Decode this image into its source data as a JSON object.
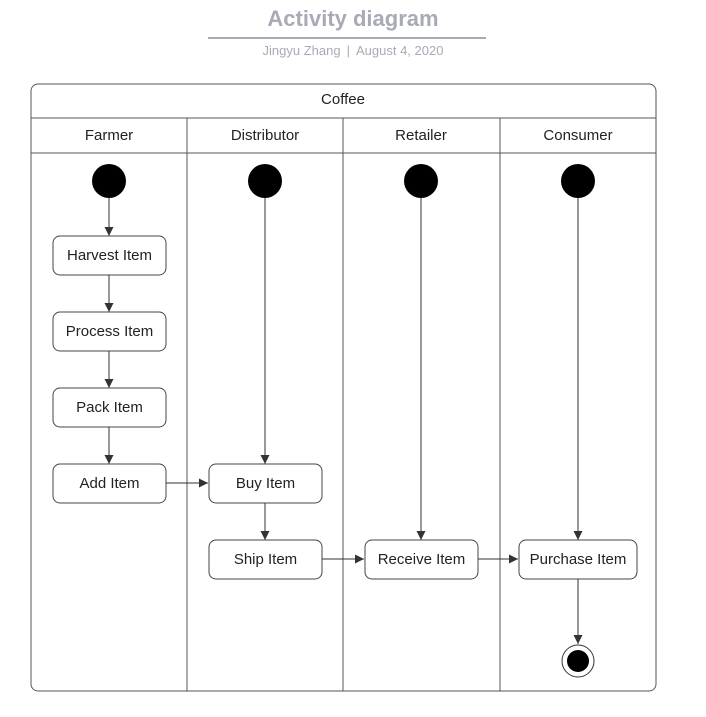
{
  "header": {
    "title": "Activity diagram",
    "author": "Jingyu Zhang",
    "separator": "|",
    "date": "August 4, 2020"
  },
  "pool": {
    "name": "Coffee",
    "lanes": [
      {
        "label": "Farmer"
      },
      {
        "label": "Distributor"
      },
      {
        "label": "Retailer"
      },
      {
        "label": "Consumer"
      }
    ]
  },
  "activities": {
    "harvest_item": "Harvest Item",
    "process_item": "Process Item",
    "pack_item": "Pack Item",
    "add_item": "Add Item",
    "buy_item": "Buy Item",
    "ship_item": "Ship Item",
    "receive_item": "Receive Item",
    "purchase_item": "Purchase Item"
  }
}
